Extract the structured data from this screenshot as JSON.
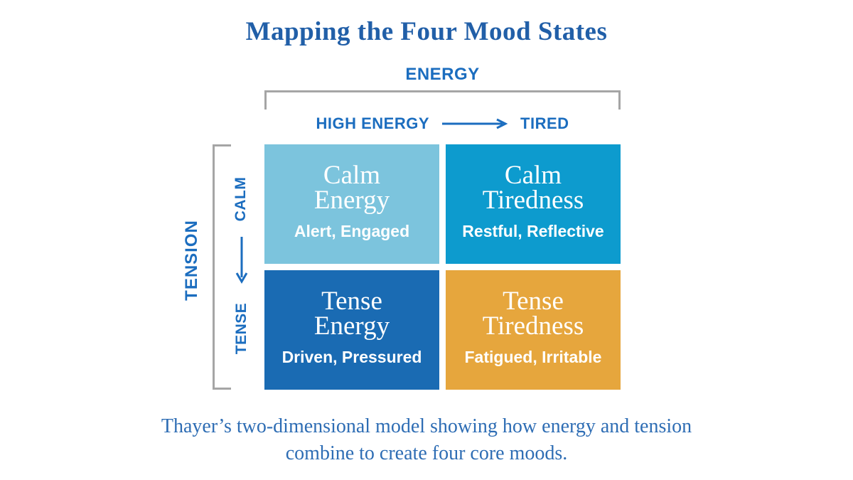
{
  "title": "Mapping the Four Mood States",
  "axes": {
    "energy_axis_title": "ENERGY",
    "energy_left_label": "HIGH ENERGY",
    "energy_right_label": "TIRED",
    "tension_axis_title": "TENSION",
    "tension_top_label": "CALM",
    "tension_bottom_label": "TENSE"
  },
  "quadrants": [
    {
      "id": "calm-energy",
      "title_line1": "Calm",
      "title_line2": "Energy",
      "subtitle": "Alert, Engaged",
      "color": "#7CC4DD"
    },
    {
      "id": "calm-tiredness",
      "title_line1": "Calm",
      "title_line2": "Tiredness",
      "subtitle": "Restful, Reflective",
      "color": "#0D9BCE"
    },
    {
      "id": "tense-energy",
      "title_line1": "Tense",
      "title_line2": "Energy",
      "subtitle": "Driven, Pressured",
      "color": "#1A6BB3"
    },
    {
      "id": "tense-tiredness",
      "title_line1": "Tense",
      "title_line2": "Tiredness",
      "subtitle": "Fatigued, Irritable",
      "color": "#E6A63D"
    }
  ],
  "caption": {
    "line1": "Thayer’s two-dimensional model showing how energy and tension",
    "line2": "combine to create four core moods."
  },
  "colors": {
    "title_blue": "#215FA8",
    "label_blue": "#1B6DBF",
    "caption_blue": "#2E6DB4",
    "bracket_gray": "#A5A5A5",
    "quad_text_white": "#FFFFFF",
    "background": "#FFFFFF"
  }
}
